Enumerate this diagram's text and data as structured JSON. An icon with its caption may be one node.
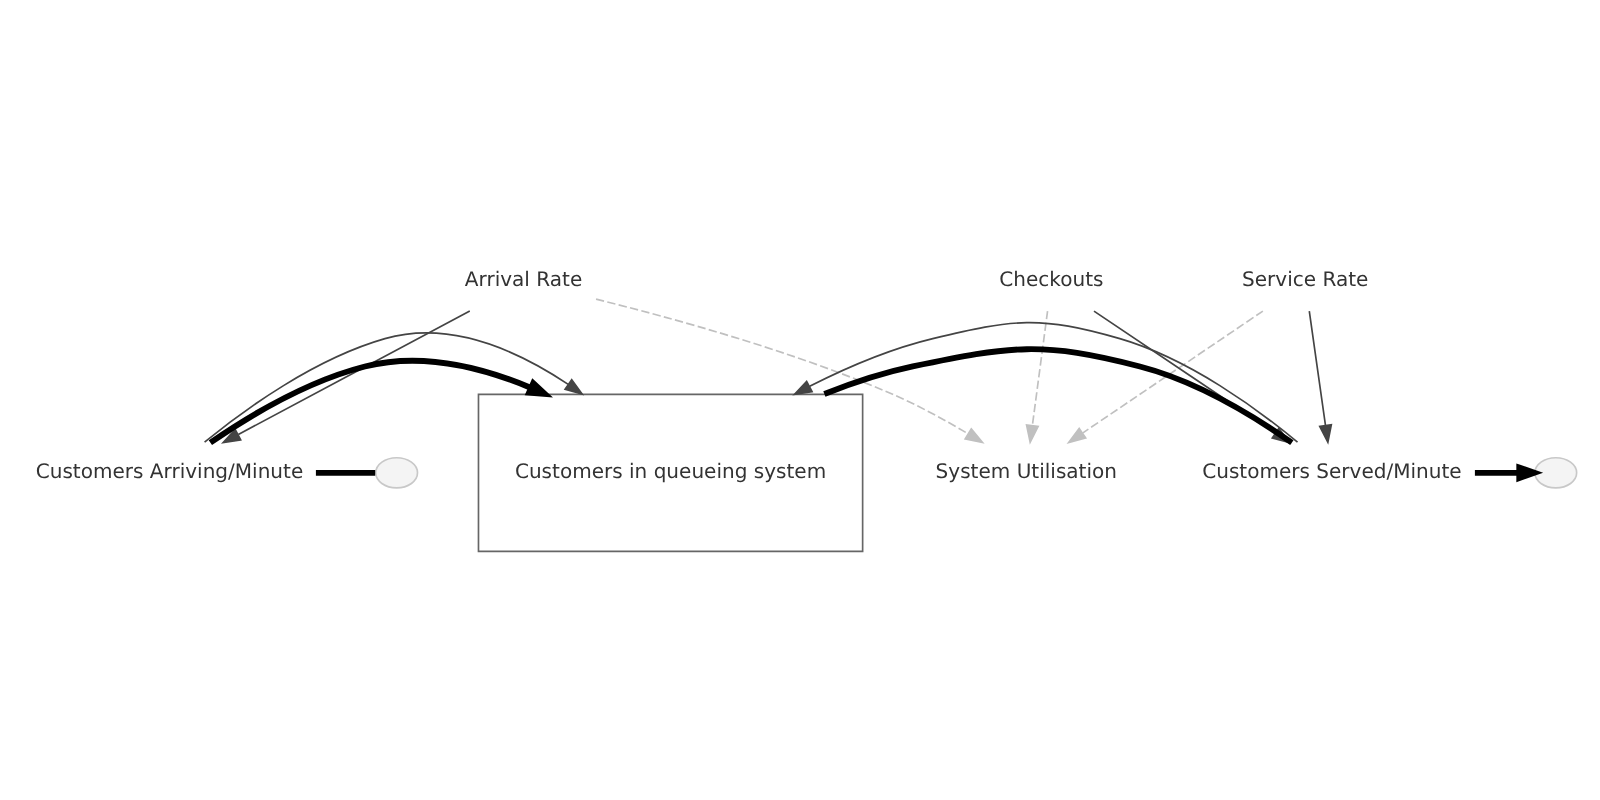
{
  "diagram": {
    "nodes": [
      {
        "text": [
          "System Utilisation"
        ]
      },
      {
        "text": [
          "Arrival Rate"
        ]
      },
      {
        "text": [
          "Service Rate"
        ]
      },
      {
        "text": [
          "Checkouts"
        ]
      },
      {
        "text": [],
        "shape": "cloud"
      },
      {
        "text": [
          "Customers Arriving/Minute"
        ]
      },
      {
        "text": [
          "Customers in queueing system"
        ]
      },
      {
        "text": [
          "Customers Served/Minute"
        ]
      },
      {
        "text": [],
        "shape": "cloud"
      }
    ],
    "edges": [
      {
        "from": 1,
        "to": 0,
        "arrow": "to",
        "style": "dashed",
        "color": "#c0c0c0"
      },
      {
        "from": 2,
        "to": 0,
        "arrow": "to",
        "style": "dashed",
        "color": "#c0c0c0"
      },
      {
        "from": 3,
        "to": 0,
        "arrow": "to",
        "style": "dashed",
        "color": "#c0c0c0"
      },
      {
        "from": 1,
        "to": 5,
        "arrow": "to"
      },
      {
        "from": 2,
        "to": 7,
        "arrow": "to"
      },
      {
        "from": 3,
        "to": 7,
        "arrow": "to"
      },
      {
        "from": 4,
        "to": 5,
        "arrow": "none",
        "style": "thick"
      },
      {
        "from": 5,
        "to": 6,
        "arrow": "to",
        "style": "thick"
      },
      {
        "from": 6,
        "to": 7,
        "arrow": "none",
        "style": "thick"
      },
      {
        "from": 7,
        "to": 8,
        "arrow": "to",
        "style": "thick"
      },
      {
        "from": 5,
        "to": 6,
        "arrow": "to"
      },
      {
        "from": 7,
        "to": 6,
        "arrow": "to"
      }
    ]
  }
}
